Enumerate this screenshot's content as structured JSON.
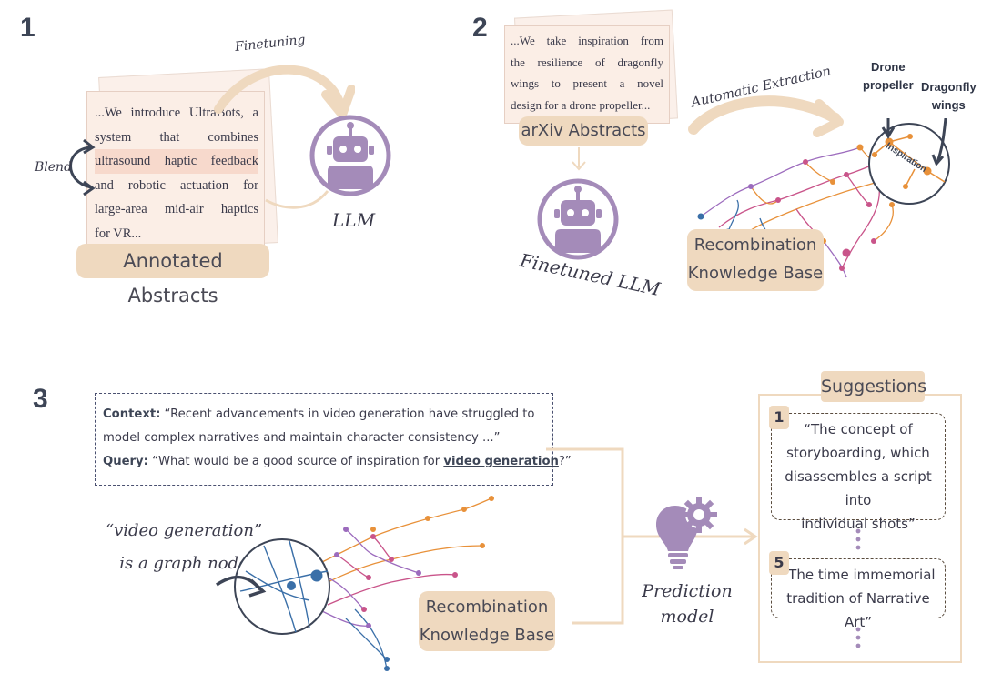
{
  "step1": {
    "number": "1",
    "abstract_lines": [
      "...We introduce UltraBots, a",
      "system that combines",
      "ultrasound haptic feedback",
      "and robotic actuation for",
      "large-area mid-air haptics",
      "for VR..."
    ],
    "label": "Annotated Abstracts",
    "finetuning_label": "Finetuning",
    "blend_label": "Blend",
    "llm_label": "LLM"
  },
  "step2": {
    "number": "2",
    "abstract_lines": [
      "...We take inspiration from",
      "the resilience of dragonfly",
      "wings to present a novel",
      "design for a drone propeller..."
    ],
    "label": "arXiv Abstracts",
    "finetuned_label": "Finetuned LLM",
    "extraction_label": "Automatic Extraction",
    "kb_line1": "Recombination",
    "kb_line2": "Knowledge Base",
    "drone_label_line1": "Drone",
    "drone_label_line2": "propeller",
    "dragonfly_label_line1": "Dragonfly",
    "dragonfly_label_line2": "wings",
    "inspiration_label": "Inspiration"
  },
  "step3": {
    "number": "3",
    "context_label": "Context:",
    "context_text_line1": " “Recent advancements in video generation have struggled to",
    "context_text_line2": "model complex narratives and maintain character consistency ...”",
    "query_label": "Query:",
    "query_text_pre": " “What would be a good source of inspiration for ",
    "query_term": "video generation",
    "query_text_post": "?”",
    "node_note_line1": "“video generation”",
    "node_note_line2": "is a graph node",
    "kb_line1": "Recombination",
    "kb_line2": "Knowledge Base",
    "prediction_line1": "Prediction",
    "prediction_line2": "model",
    "suggestions_title": "Suggestions",
    "suggestions": [
      {
        "rank": "1",
        "lines": [
          "“The concept of",
          "storyboarding, which",
          "disassembles a script into",
          "individual shots”"
        ]
      },
      {
        "rank": "5",
        "lines": [
          "“The time immemorial",
          "tradition of Narrative Art”"
        ]
      }
    ]
  },
  "colors": {
    "beige": "#efd9bf",
    "purple_robot": "#a48bb9",
    "navy": "#3d4556",
    "graph_orange": "#e8913a",
    "graph_purple": "#9c6bbd",
    "graph_pink": "#c9548a",
    "graph_blue": "#3a6fa8"
  },
  "icons": [
    "robot-icon",
    "lightbulb-gear-icon",
    "magnifier-icon"
  ]
}
